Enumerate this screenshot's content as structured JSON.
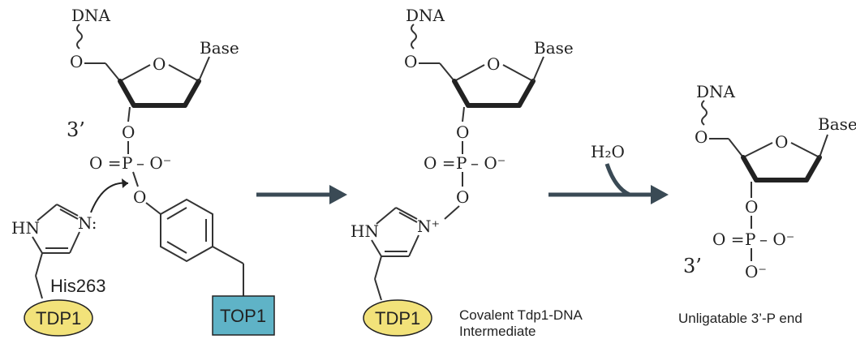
{
  "labels": {
    "dna": "DNA",
    "oxygen": "O",
    "base": "Base",
    "three_prime": "3’",
    "phosphorus": "P",
    "o_double": "O =",
    "o_minus": "– O⁻",
    "o_minus_below": "O⁻",
    "nh": "HN",
    "n_colon": "N:",
    "n_plus": "N⁺",
    "his": "His263",
    "tdp1": "TDP1",
    "top1": "TOP1",
    "water": "H₂O",
    "intermediate_line1": "Covalent Tdp1-DNA",
    "intermediate_line2": "Intermediate",
    "product": "Unligatable 3’-P end"
  },
  "colors": {
    "tdp1_fill": "#f2e27a",
    "top1_fill": "#5fb3c7",
    "arrow": "#3a4a55"
  }
}
